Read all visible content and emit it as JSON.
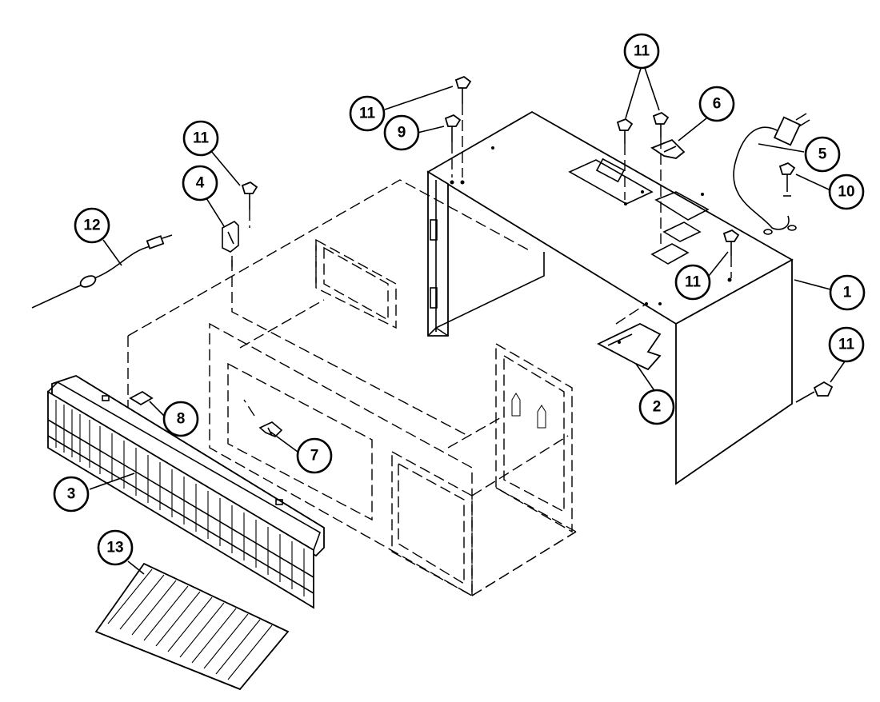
{
  "diagram": {
    "callouts": [
      {
        "id": "c1",
        "label": "1"
      },
      {
        "id": "c2",
        "label": "2"
      },
      {
        "id": "c3",
        "label": "3"
      },
      {
        "id": "c4",
        "label": "4"
      },
      {
        "id": "c5",
        "label": "5"
      },
      {
        "id": "c6",
        "label": "6"
      },
      {
        "id": "c7",
        "label": "7"
      },
      {
        "id": "c8",
        "label": "8"
      },
      {
        "id": "c9",
        "label": "9"
      },
      {
        "id": "c10",
        "label": "10"
      },
      {
        "id": "c11a",
        "label": "11"
      },
      {
        "id": "c11b",
        "label": "11"
      },
      {
        "id": "c11c",
        "label": "11"
      },
      {
        "id": "c11d",
        "label": "11"
      },
      {
        "id": "c11e",
        "label": "11"
      },
      {
        "id": "c12",
        "label": "12"
      },
      {
        "id": "c13",
        "label": "13"
      }
    ]
  }
}
